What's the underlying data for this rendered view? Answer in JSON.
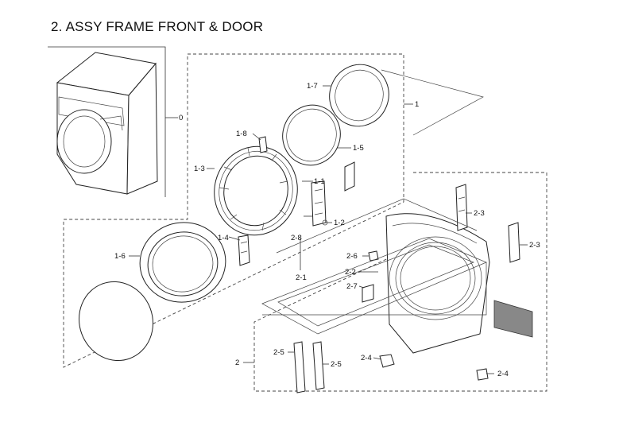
{
  "title": "2. ASSY FRAME FRONT & DOOR",
  "labels": {
    "l0": "0",
    "l1": "1",
    "l1_1": "1-1",
    "l1_2": "1-2",
    "l1_3": "1-3",
    "l1_4": "1-4",
    "l1_5": "1-5",
    "l1_6": "1-6",
    "l1_7": "1-7",
    "l1_8": "1-8",
    "l2": "2",
    "l2_1": "2-1",
    "l2_2": "2-2",
    "l2_3a": "2-3",
    "l2_3b": "2-3",
    "l2_4a": "2-4",
    "l2_4b": "2-4",
    "l2_5a": "2-5",
    "l2_5b": "2-5",
    "l2_6": "2-6",
    "l2_7": "2-7",
    "l2_8": "2-8"
  }
}
